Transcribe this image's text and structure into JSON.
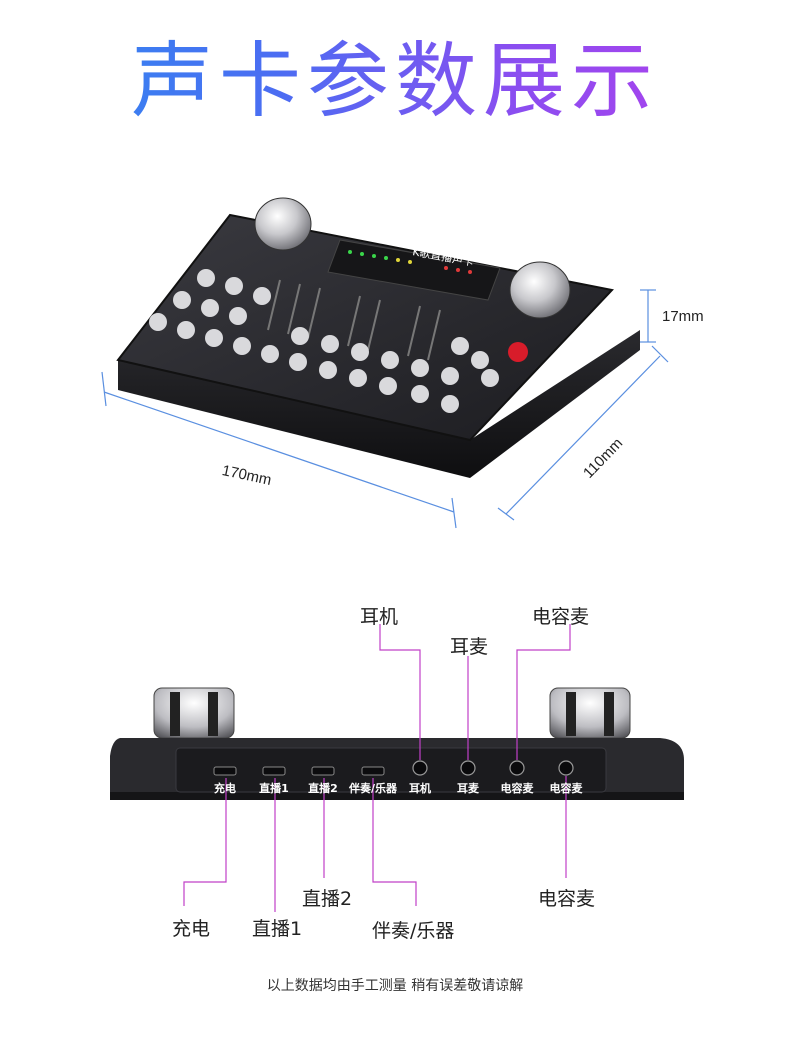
{
  "title": "声卡参数展示",
  "dimensions": {
    "width": "170mm",
    "depth": "110mm",
    "height": "17mm"
  },
  "device_top_label": "K歌直播声卡",
  "back_panel_ports": [
    {
      "label": "充电",
      "kind": "usb"
    },
    {
      "label": "直播1",
      "kind": "usb"
    },
    {
      "label": "直播2",
      "kind": "usb"
    },
    {
      "label": "伴奏/乐器",
      "kind": "usb"
    },
    {
      "label": "耳机",
      "kind": "jack"
    },
    {
      "label": "耳麦",
      "kind": "jack"
    },
    {
      "label": "电容麦",
      "kind": "jack"
    },
    {
      "label": "电容麦",
      "kind": "jack"
    }
  ],
  "callouts": {
    "earphone": "耳机",
    "headset": "耳麦",
    "condenser_mic_top": "电容麦",
    "charge": "充电",
    "live1": "直播1",
    "live2": "直播2",
    "accompaniment": "伴奏/乐器",
    "condenser_mic_bottom": "电容麦"
  },
  "footnote": "以上数据均由手工测量 稍有误差敬请谅解",
  "colors": {
    "title_start": "#2f8cf0",
    "title_end": "#b93cec",
    "dimension_line": "#5a8fe0",
    "callout_line": "#c040c8",
    "device_body": "#2a2a2e"
  }
}
